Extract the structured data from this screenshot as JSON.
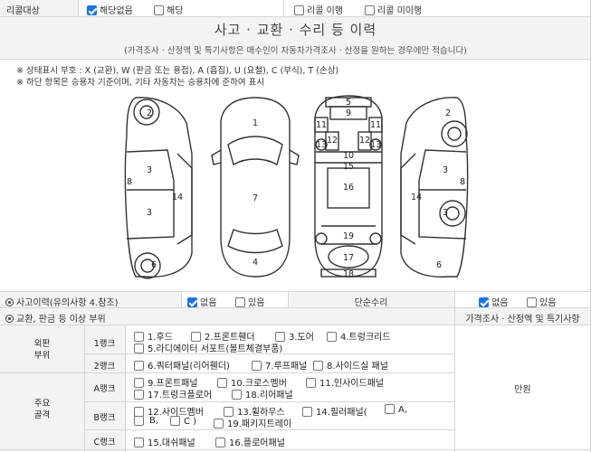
{
  "recall": {
    "label": "리콜대상",
    "options": [
      {
        "label": "해당없음",
        "checked": true
      },
      {
        "label": "해당",
        "checked": false
      },
      {
        "label": "리콜 이행",
        "checked": false
      },
      {
        "label": "리콜 미이행",
        "checked": false
      }
    ]
  },
  "header": {
    "title": "사고 · 교환 · 수리 등 이력",
    "subtitle": "(가격조사 · 산정액 및 특기사항은 매수인이 자동차가격조사 · 산정을 원하는 경우에만 적습니다)"
  },
  "notes": {
    "line1": "※ 상태표시 부호 : X (교환), W (판금 또는 용접), A (흠집), U (요철), C (부식), T (손상)",
    "line2": "※ 하단 항목은 승용차 기준이며, 기타 자동차는 승용차에 준하여 표시"
  },
  "diagram": {
    "left_side": [
      "2",
      "3",
      "8",
      "3",
      "14",
      "6"
    ],
    "top_view": [
      "1",
      "7",
      "4"
    ],
    "frame": [
      "5",
      "9",
      "11",
      "11",
      "12",
      "12",
      "13",
      "13",
      "10",
      "15",
      "16",
      "19",
      "17",
      "18"
    ],
    "right_side": [
      "2",
      "3",
      "8",
      "14",
      "3",
      "6"
    ]
  },
  "accident": {
    "label": "사고이력(유의사항 4.참조)",
    "icon": "circled-dot-icon",
    "options": [
      {
        "label": "없음",
        "checked": true
      },
      {
        "label": "있음",
        "checked": false
      }
    ],
    "simple_repair_label": "단순수리",
    "simple_options": [
      {
        "label": "없음",
        "checked": true
      },
      {
        "label": "있음",
        "checked": false
      }
    ]
  },
  "exchange": {
    "label": "교환, 판금 등 이상 부위",
    "price_header": "가격조사 · 산정액 및 특기사항",
    "price_unit": "만원",
    "outer": {
      "label": "외판\n부위",
      "rank1": {
        "label": "1랭크",
        "items": [
          "1.후드",
          "2.프론트휀더",
          "3.도어",
          "4.트렁크리드",
          "5.라디에이터 서포트(볼트체결부품)"
        ]
      },
      "rank2": {
        "label": "2랭크",
        "items": [
          "6.쿼터패널(리어휀더)",
          "7.루프패널",
          "8.사이드실 패널"
        ]
      }
    },
    "main": {
      "label": "주요\n골격",
      "rankA": {
        "label": "A랭크",
        "items": [
          "9.프론트패널",
          "10.크로스멤버",
          "11.인사이드패널",
          "17.트렁크플로어",
          "18.리어패널"
        ]
      },
      "rankB": {
        "label": "B랭크",
        "items": [
          "12.사이드멤버",
          "13.휠하우스",
          "14.필러패널(",
          "A,",
          "B,",
          "C )",
          "19.패키지트레이"
        ]
      },
      "rankC": {
        "label": "C랭크",
        "items": [
          "15.대쉬패널",
          "16.플로어패널"
        ]
      }
    }
  }
}
